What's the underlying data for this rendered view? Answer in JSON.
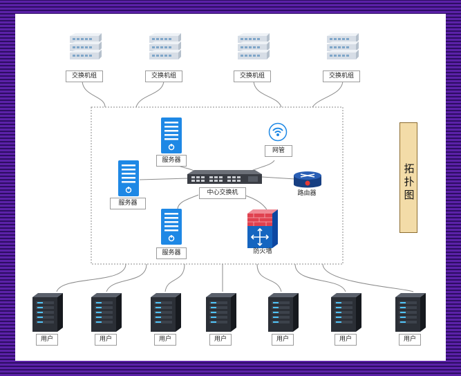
{
  "diagram": {
    "title_chars": [
      "拓",
      "扑",
      "图"
    ],
    "core_switch_label": "中心交换机",
    "switch_group_label": "交换机组",
    "server_label": "服务器",
    "network_mgmt_label": "网管",
    "router_label": "路由器",
    "firewall_label": "防火墙",
    "user_label": "用户",
    "colors": {
      "server_blue": "#1e88e5",
      "switch_stack": "#cfd8e3",
      "firewall_red": "#e0414f",
      "firewall_blue": "#1565c0",
      "router_blue": "#1e4f9c",
      "router_red": "#e53935",
      "user_server": "#2b2f36",
      "user_led": "#4fc3f7",
      "title_panel": "#f3dca8",
      "title_border": "#8b6b2e"
    }
  }
}
